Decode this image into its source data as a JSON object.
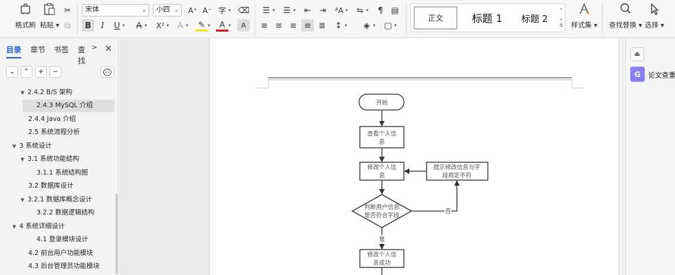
{
  "ribbon": {
    "format_painter": "格式刷",
    "paste": "粘贴",
    "font_name": "宋体",
    "font_size": "小四",
    "styles": {
      "normal": "正文",
      "heading1": "标题  1",
      "heading2": "标题  2"
    },
    "style_set": "样式集",
    "find_replace": "查找替换",
    "select": "选择"
  },
  "nav": {
    "tabs": [
      "目录",
      "章节",
      "书签",
      "查找"
    ],
    "toc": [
      {
        "label": "2.4.2   B/S 架构",
        "level": 2,
        "expanded": true
      },
      {
        "label": "2.4.3 MySQL 介绍",
        "level": 3,
        "selected": true
      },
      {
        "label": "2.4.4 Java 介绍",
        "level": 2
      },
      {
        "label": "2.5 系统流程分析",
        "level": 2
      },
      {
        "label": "3 系统设计",
        "level": 1,
        "expanded": true
      },
      {
        "label": "3.1 系统功能结构",
        "level": 2,
        "expanded": true
      },
      {
        "label": "3.1.1 系统结构图",
        "level": 3
      },
      {
        "label": "3.2 数据库设计",
        "level": 2
      },
      {
        "label": "3.2.1  数据库概念设计",
        "level": 2,
        "expanded": true
      },
      {
        "label": "3.2.2 数据逻辑结构",
        "level": 3
      },
      {
        "label": "4 系统详细设计",
        "level": 1,
        "expanded": true
      },
      {
        "label": "4.1 登录模块设计",
        "level": 3
      },
      {
        "label": "4.2  前台用户功能模块",
        "level": 2
      },
      {
        "label": "4.3 后台管理员功能模块",
        "level": 2
      }
    ]
  },
  "flowchart": {
    "start": "开始",
    "view_line1": "查看个人信",
    "view_line2": "息",
    "modify_line1": "修改个人信",
    "modify_line2": "息",
    "hint_line1": "提示修改信息与字",
    "hint_line2": "段规定不符",
    "decision_line1": "判断用户信息",
    "decision_line2": "是否符合字段",
    "no": "否",
    "yes": "是",
    "success_line1": "修改个人信",
    "success_line2": "息成功"
  },
  "right_panel": {
    "paper_check": "论文查重"
  }
}
